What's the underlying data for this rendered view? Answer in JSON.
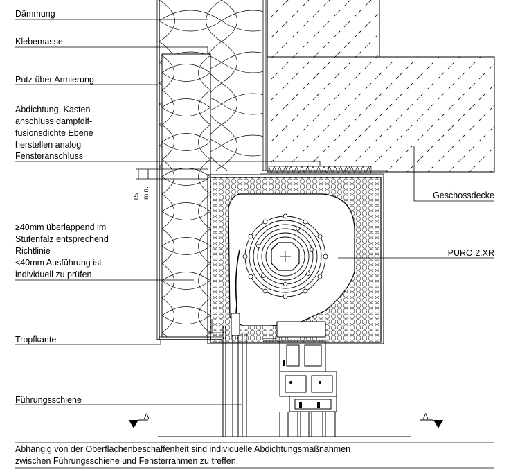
{
  "labels": {
    "daemmung": "Dämmung",
    "klebemasse": "Klebemasse",
    "putz": "Putz über Armierung",
    "abdichtung": [
      "Abdichtung, Kasten-",
      "anschluss dampfdif-",
      "fusionsdichte Ebene",
      "herstellen analog",
      "Fensteranschluss"
    ],
    "ueberlappend": [
      "≥40mm überlappend im",
      "Stufenfalz entsprechend",
      "Richtlinie",
      "<40mm Ausführung ist",
      "individuell zu prüfen"
    ],
    "tropfkante": "Tropfkante",
    "fuehrungsschiene": "Führungsschiene",
    "geschossdecke": "Geschossdecke",
    "puro": "PURO 2.XR"
  },
  "dimension": {
    "value": "15",
    "unit": "min."
  },
  "section_marks": {
    "left": "A",
    "right": "A"
  },
  "footnote": {
    "line1": "Abhängig von der Oberflächenbeschaffenheit sind individuelle Abdichtungsmaßnahmen",
    "line2": "zwischen Führungsschiene und Fensterrahmen zu treffen."
  }
}
